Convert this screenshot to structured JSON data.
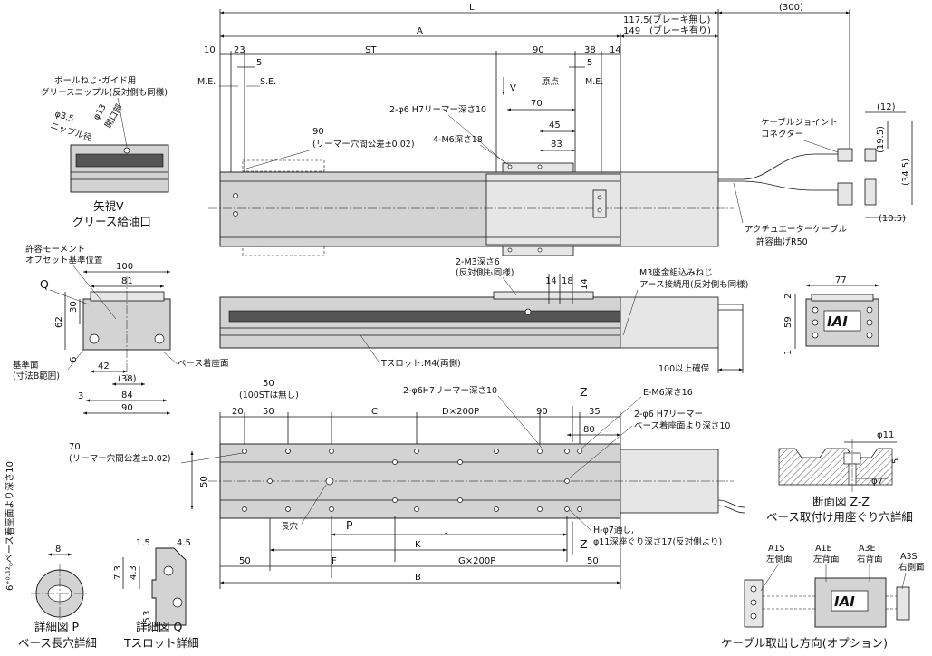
{
  "top_view": {
    "dim_L": "L",
    "dim_300": "(300)",
    "dim_A": "A",
    "dim_117_5": "117.5(ブレーキ無し)",
    "dim_149": "149　(ブレーキ有り)",
    "dim_10": "10",
    "dim_23": "23",
    "dim_ST": "ST",
    "dim_90": "90",
    "dim_38": "38",
    "dim_14": "14",
    "dim_5a": "5",
    "dim_5b": "5",
    "label_me_left": "M.E.",
    "label_se": "S.E.",
    "label_origin": "原点",
    "label_me_right": "M.E.",
    "arrow_v": "V",
    "dim_70": "70",
    "dim_45": "45",
    "dim_83": "83",
    "note_reamer": "2-φ6 H7リーマー深さ10",
    "note_m6": "4-M6深さ18",
    "note_90": "90",
    "note_90_tol": "(リーマー穴間公差±0.02)",
    "note_cable_joint_1": "ケーブルジョイント",
    "note_cable_joint_2": "コネクター",
    "dim_12": "(12)",
    "dim_19_5": "(19.5)",
    "dim_34_5": "(34.5)",
    "dim_10_5": "(10.5)",
    "note_actuator_cable_1": "アクチュエーターケーブル",
    "note_actuator_cable_2": "許容曲げR50"
  },
  "view_v": {
    "note_grease_1": "ボールねじ･ガイド用",
    "note_grease_2": "グリースニップル(反対側も同様)",
    "dim_phi3_5": "φ3.5",
    "dim_nipple": "ニップル径",
    "dim_phi13": "φ13",
    "dim_opening": "開口部",
    "caption_1": "矢視V",
    "caption_2": "グリース給油口"
  },
  "end_view": {
    "note_moment_1": "許容モーメント",
    "note_moment_2": "オフセット基準位置",
    "dim_100": "100",
    "dim_81": "81",
    "label_q": "Q",
    "dim_30": "30",
    "dim_62": "62",
    "dim_6": "6",
    "note_ref_1": "基準面",
    "note_ref_2": "(寸法B範囲)",
    "dim_42": "42",
    "dim_38p": "(38)",
    "dim_3": "3",
    "dim_84": "84",
    "dim_90b": "90",
    "note_base_mount": "ベース着座面"
  },
  "side_view": {
    "note_m3_1": "2-M3深さ6",
    "note_m3_2": "(反対側も同様)",
    "dim_14": "14",
    "dim_18": "18",
    "dim_14v": "14",
    "note_m3_insert_1": "M3座金組込みねじ",
    "note_m3_insert_2": "アース接続用(反対側も同様)",
    "note_tslot": "Tスロット:M4(両側)",
    "note_100": "100以上確保"
  },
  "right_end": {
    "dim_77": "77",
    "dim_2": "2",
    "dim_59": "59",
    "dim_1": "1",
    "logo": "IAI"
  },
  "bottom_view": {
    "dim_50a": "50",
    "dim_100st": "(100STは無し)",
    "dim_20": "20",
    "dim_50b": "50",
    "dim_C": "C",
    "dim_Dx200P": "D×200P",
    "dim_90": "90",
    "dim_35": "35",
    "dim_80": "80",
    "note_reamer": "2-φ6H7リーマー深さ10",
    "note_em6": "E-M6深さ16",
    "note_reamer2_1": "2-φ6 H7リーマー",
    "note_reamer2_2": "ベース着座面より深さ10",
    "label_z1": "Z",
    "label_z2": "Z",
    "dim_70": "70",
    "dim_70_tol": "(リーマー穴間公差±0.02)",
    "dim_50v": "50",
    "label_slot": "長穴",
    "label_p": "P",
    "dim_J": "J",
    "dim_K": "K",
    "note_h_1": "H-φ7通し,",
    "note_h_2": "φ11深座ぐり深さ17(反対側より)",
    "dim_50c": "50",
    "dim_F": "F",
    "dim_Gx200P": "G×200P",
    "dim_50d": "50",
    "dim_B": "B"
  },
  "section_zz": {
    "dim_phi11": "φ11",
    "dim_5": "5",
    "dim_phi7": "φ7",
    "caption_1": "断面図 Z-Z",
    "caption_2": "ベース取付け用座ぐり穴詳細"
  },
  "detail_p": {
    "dim_vert": "6⁺⁰·¹²₀ベース着座面より深さ10",
    "dim_8": "8",
    "caption_1": "詳細図 P",
    "caption_2": "ベース長穴詳細"
  },
  "detail_q": {
    "dim_1_5": "1.5",
    "dim_4_5": "4.5",
    "dim_7_3": "7.3",
    "dim_4_3": "4.3",
    "dim_15": "15",
    "dim_3": "3",
    "caption_1": "詳細図 Q",
    "caption_2": "Tスロット詳細"
  },
  "cable_option": {
    "a1s_1": "A1S",
    "a1s_2": "左側面",
    "a1e_1": "A1E",
    "a1e_2": "左背面",
    "a3e_1": "A3E",
    "a3e_2": "右背面",
    "a3s_1": "A3S",
    "a3s_2": "右側面",
    "logo": "IAI",
    "caption": "ケーブル取出し方向(オプション)"
  }
}
